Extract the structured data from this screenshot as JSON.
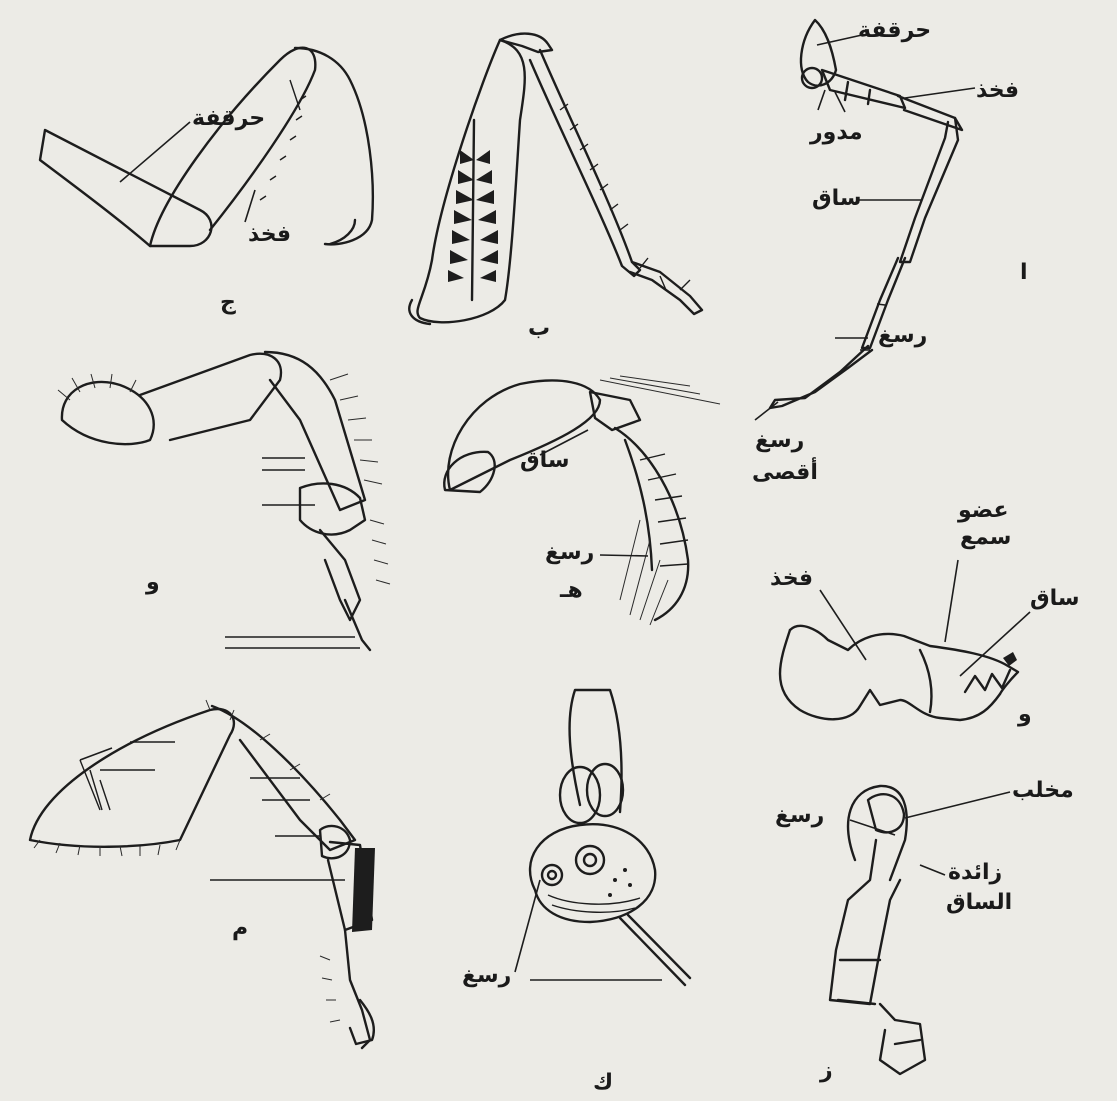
{
  "colors": {
    "paper": "#ecebe6",
    "ink": "#1d1d1d"
  },
  "figure_a": {
    "letter": "ا",
    "labels": {
      "coxa": "حرقفة",
      "trochanter": "مدور",
      "femur": "فخذ",
      "tibia": "ساق",
      "tarsus": "رسغ",
      "pretarsus_1": "رسغ",
      "pretarsus_2": "أقصى"
    }
  },
  "figure_b": {
    "letter": "ب"
  },
  "figure_j": {
    "letter": "ج",
    "labels": {
      "coxa": "حرقفة",
      "femur": "فخذ"
    }
  },
  "figure_h": {
    "letter": "هـ",
    "labels": {
      "tibia": "ساق",
      "tarsus": "رسغ"
    }
  },
  "figure_w_left": {
    "letter": "و"
  },
  "figure_w_right": {
    "letter": "و",
    "labels": {
      "femur": "فخذ",
      "organ_1": "عضو",
      "organ_2": "سمع",
      "tibia": "ساق"
    }
  },
  "figure_m": {
    "letter": "م"
  },
  "figure_k": {
    "letter": "ك",
    "labels": {
      "tarsus": "رسغ"
    }
  },
  "figure_z": {
    "letter": "ز",
    "labels": {
      "claw": "مخلب",
      "tarsus": "رسغ",
      "spur_1": "زائدة",
      "spur_2": "الساق"
    }
  }
}
